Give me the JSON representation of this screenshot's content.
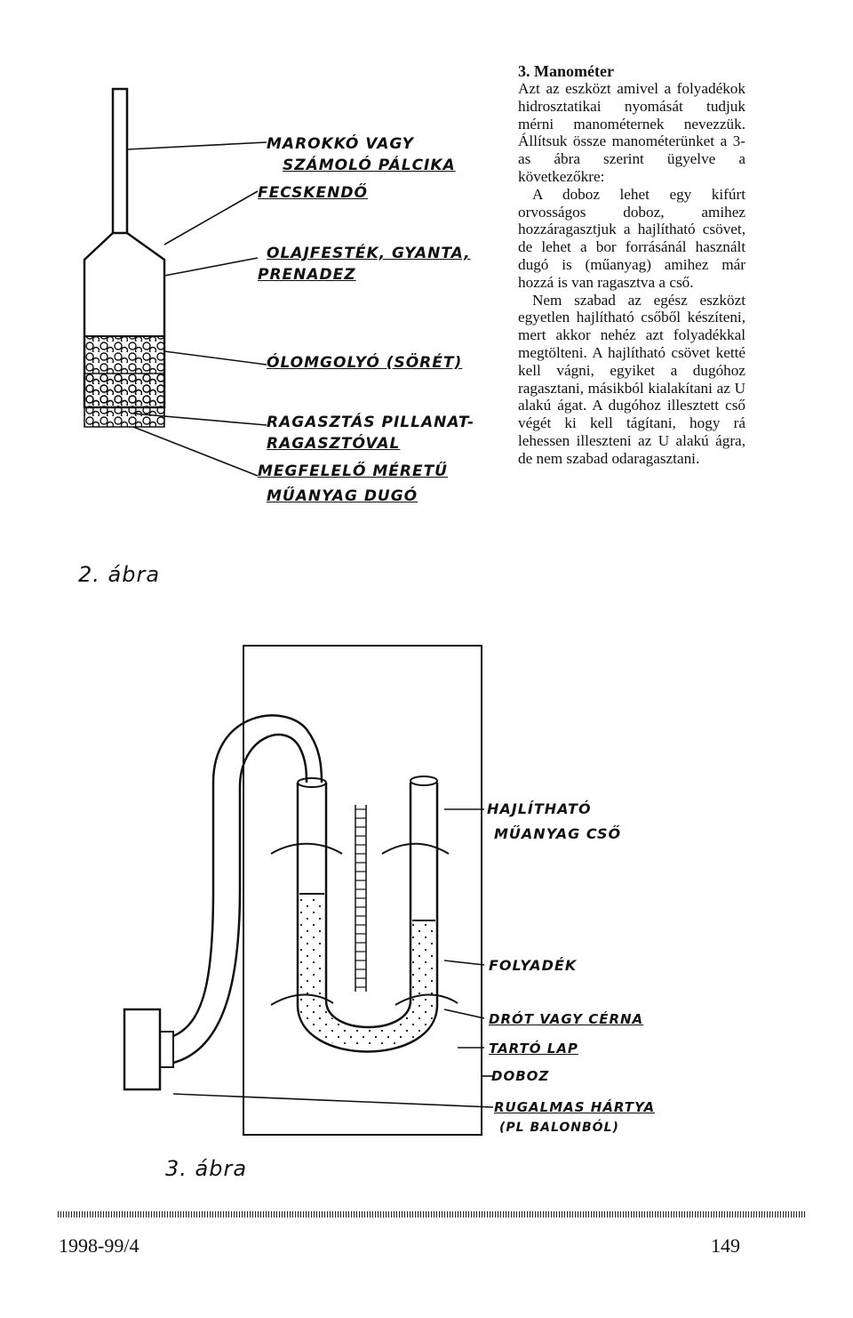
{
  "article": {
    "heading": "3. Manométer",
    "paragraphs": [
      "Azt az eszközt amivel a folyadékok hidrosztatikai nyomását tudjuk mérni manométernek nevezzük. Állítsuk össze manométerünket a 3-as ábra szerint ügyelve a következőkre:",
      "A doboz lehet egy kifúrt orvosságos doboz, amihez hozzáragasztjuk a hajlítható csövet, de lehet a bor forrásánál használt dugó is (műanyag) amihez már hozzá is van ragasztva a cső.",
      "Nem szabad az egész eszközt egyetlen hajlítható csőből készíteni, mert akkor nehéz azt folyadékkal megtölteni. A hajlítható csövet ketté kell vágni, egyiket a dugóhoz ragasztani, másikból kialakítani az U alakú ágat. A dugóhoz illesztett cső végét ki kell tágítani, hogy rá lehessen illeszteni az U alakú ágra, de nem szabad odaragasztani."
    ]
  },
  "figure2": {
    "caption": "2. ábra",
    "labels": [
      "MAROKKÓ VAGY",
      "SZÁMOLÓ PÁLCIKA",
      "FECSKENDŐ",
      "OLAJFESTÉK, GYANTA,",
      "PRENADEZ",
      "ÓLOMGOLYÓ (SÖRÉT)",
      "RAGASZTÁS PILLANAT-",
      "RAGASZTÓVAL",
      "MEGFELELŐ MÉRETŰ",
      "MŰANYAG DUGÓ"
    ]
  },
  "figure3": {
    "caption": "3. ábra",
    "labels": [
      "HAJLÍTHATÓ",
      "MŰANYAG CSŐ",
      "FOLYADÉK",
      "DRÓT VAGY CÉRNA",
      "TARTÓ LAP",
      "DOBOZ",
      "RUGALMAS HÁRTYA",
      "(PL BALONBÓL)"
    ]
  },
  "footer": {
    "issue": "1998-99/4",
    "page": "149"
  }
}
